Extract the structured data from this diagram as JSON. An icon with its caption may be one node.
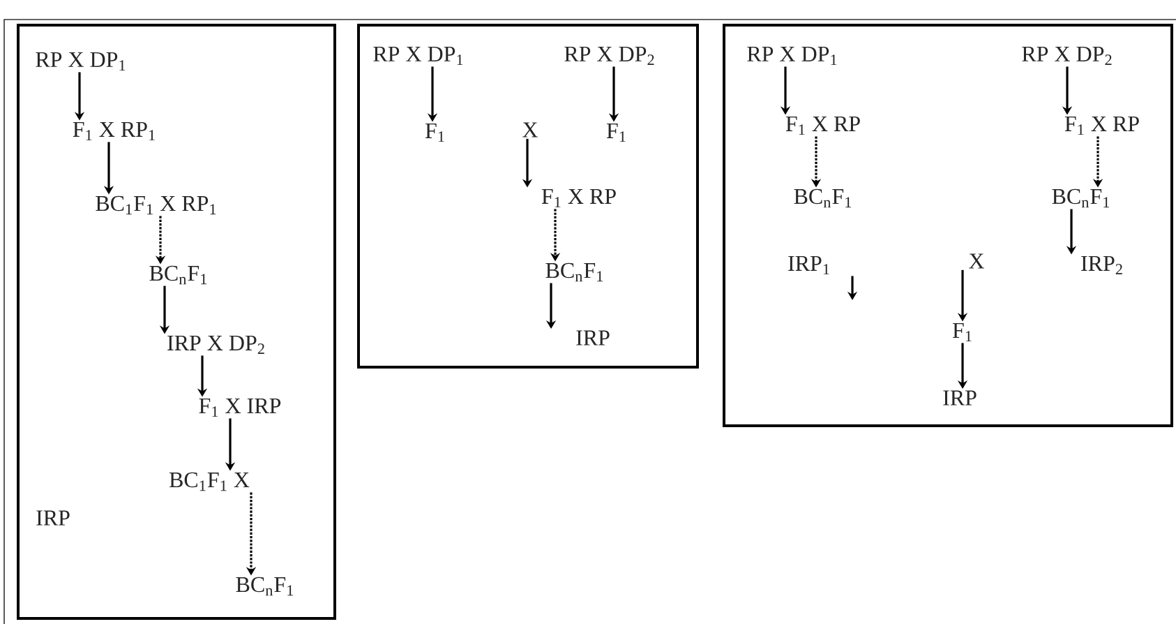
{
  "diagram": {
    "nodes": [
      {
        "text": [],
        "shape": "box"
      },
      {
        "text": [
          "RP X DP$_{1}$"
        ],
        "in": 0
      },
      {
        "text": [
          "F$_{1}$ X RP$_{1}$"
        ],
        "in": 0
      },
      {
        "text": [
          "BC$_{1}$F$_{1}$ X RP$_{1}$"
        ],
        "in": 0
      },
      {
        "text": [
          "BC$_{n}$F$_{1}$"
        ],
        "in": 0
      },
      {
        "text": [
          "IRP X  DP$_{2}$"
        ],
        "in": 0
      },
      {
        "text": [
          "F$_{1}$ X IRP"
        ],
        "in": 0
      },
      {
        "text": [
          "BC$_{1}$F$_{1}$ X"
        ],
        "in": 0
      },
      {
        "text": [
          "IRP"
        ],
        "in": 0
      },
      {
        "text": [
          "BC$_{n}$F$_{1}$"
        ],
        "in": 0
      },
      {
        "text": [],
        "shape": "box"
      },
      {
        "text": [
          "RP X DP$_{1}$"
        ],
        "in": 10
      },
      {
        "text": [
          "RP X DP$_{2}$"
        ],
        "in": 10
      },
      {
        "text": [
          "F$_{1}$"
        ],
        "in": 10
      },
      {
        "text": [
          "X"
        ],
        "in": 10
      },
      {
        "text": [
          "F$_{1}$"
        ],
        "in": 10
      },
      {
        "text": [
          "F$_{1}$ X RP"
        ],
        "in": 10
      },
      {
        "text": [
          "BC$_{n}$F$_{1}$"
        ],
        "in": 10
      },
      {
        "text": [
          "IRP"
        ],
        "in": 10
      },
      {
        "text": [],
        "shape": "box"
      },
      {
        "text": [
          "RP X DP$_{1}$"
        ],
        "in": 19
      },
      {
        "text": [
          "RP X DP$_{2}$"
        ],
        "in": 19
      },
      {
        "text": [
          "F$_{1}$ X RP"
        ],
        "in": 19
      },
      {
        "text": [
          "F$_{1}$ X RP"
        ],
        "in": 19
      },
      {
        "text": [
          "BC$_{n}$F$_{1}$"
        ],
        "in": 19
      },
      {
        "text": [
          "BC$_{n}$F$_{1}$"
        ],
        "in": 19
      },
      {
        "text": [
          "IRP$_{1}$"
        ],
        "in": 19
      },
      {
        "text": [
          "X"
        ],
        "in": 19
      },
      {
        "text": [
          "IRP$_{2}$"
        ],
        "in": 19
      },
      {
        "text": [
          "F$_{1}$"
        ],
        "in": 19
      },
      {
        "text": [
          "IRP"
        ],
        "in": 19
      }
    ],
    "edges": [
      {
        "from": 1,
        "to": 2,
        "arrow": "to"
      },
      {
        "from": 2,
        "to": 3,
        "arrow": "to"
      },
      {
        "from": 3,
        "to": 4,
        "arrow": "to",
        "style": "dashed"
      },
      {
        "from": 4,
        "to": 5,
        "arrow": "to"
      },
      {
        "from": 5,
        "to": 6,
        "arrow": "to"
      },
      {
        "from": 6,
        "to": 7,
        "arrow": "to"
      },
      {
        "from": 7,
        "to": 9,
        "arrow": "to",
        "style": "dashed"
      },
      {
        "from": 11,
        "to": 13,
        "arrow": "to"
      },
      {
        "from": 12,
        "to": 15,
        "arrow": "to"
      },
      {
        "from": 14,
        "to": 16,
        "arrow": "to"
      },
      {
        "from": 16,
        "to": 17,
        "arrow": "to",
        "style": "dashed"
      },
      {
        "from": 17,
        "to": 18,
        "arrow": "to"
      },
      {
        "from": 20,
        "to": 22,
        "arrow": "to"
      },
      {
        "from": 21,
        "to": 23,
        "arrow": "to"
      },
      {
        "from": 22,
        "to": 24,
        "arrow": "to",
        "style": "dashed"
      },
      {
        "from": 23,
        "to": 25,
        "arrow": "to",
        "style": "dashed"
      },
      {
        "from": 25,
        "to": 28,
        "arrow": "to"
      },
      {
        "from": 26,
        "to": null,
        "arrow": "to"
      },
      {
        "from": 27,
        "to": 29,
        "arrow": "to"
      },
      {
        "from": 29,
        "to": 30,
        "arrow": "to"
      }
    ]
  }
}
